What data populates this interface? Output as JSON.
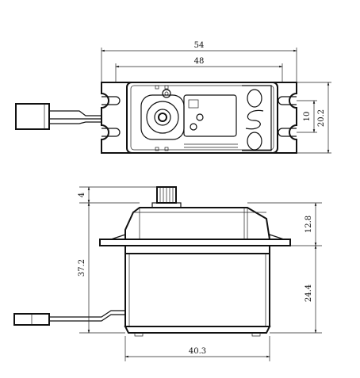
{
  "dimensions": {
    "top_width_outer": "54",
    "top_width_inner": "48",
    "top_height_inner": "10",
    "top_height_outer": "20.2",
    "side_top_offset": "4",
    "side_total_height": "37.2",
    "side_upper_height": "12.8",
    "side_lower_height": "24.4",
    "side_body_width": "40.3"
  }
}
